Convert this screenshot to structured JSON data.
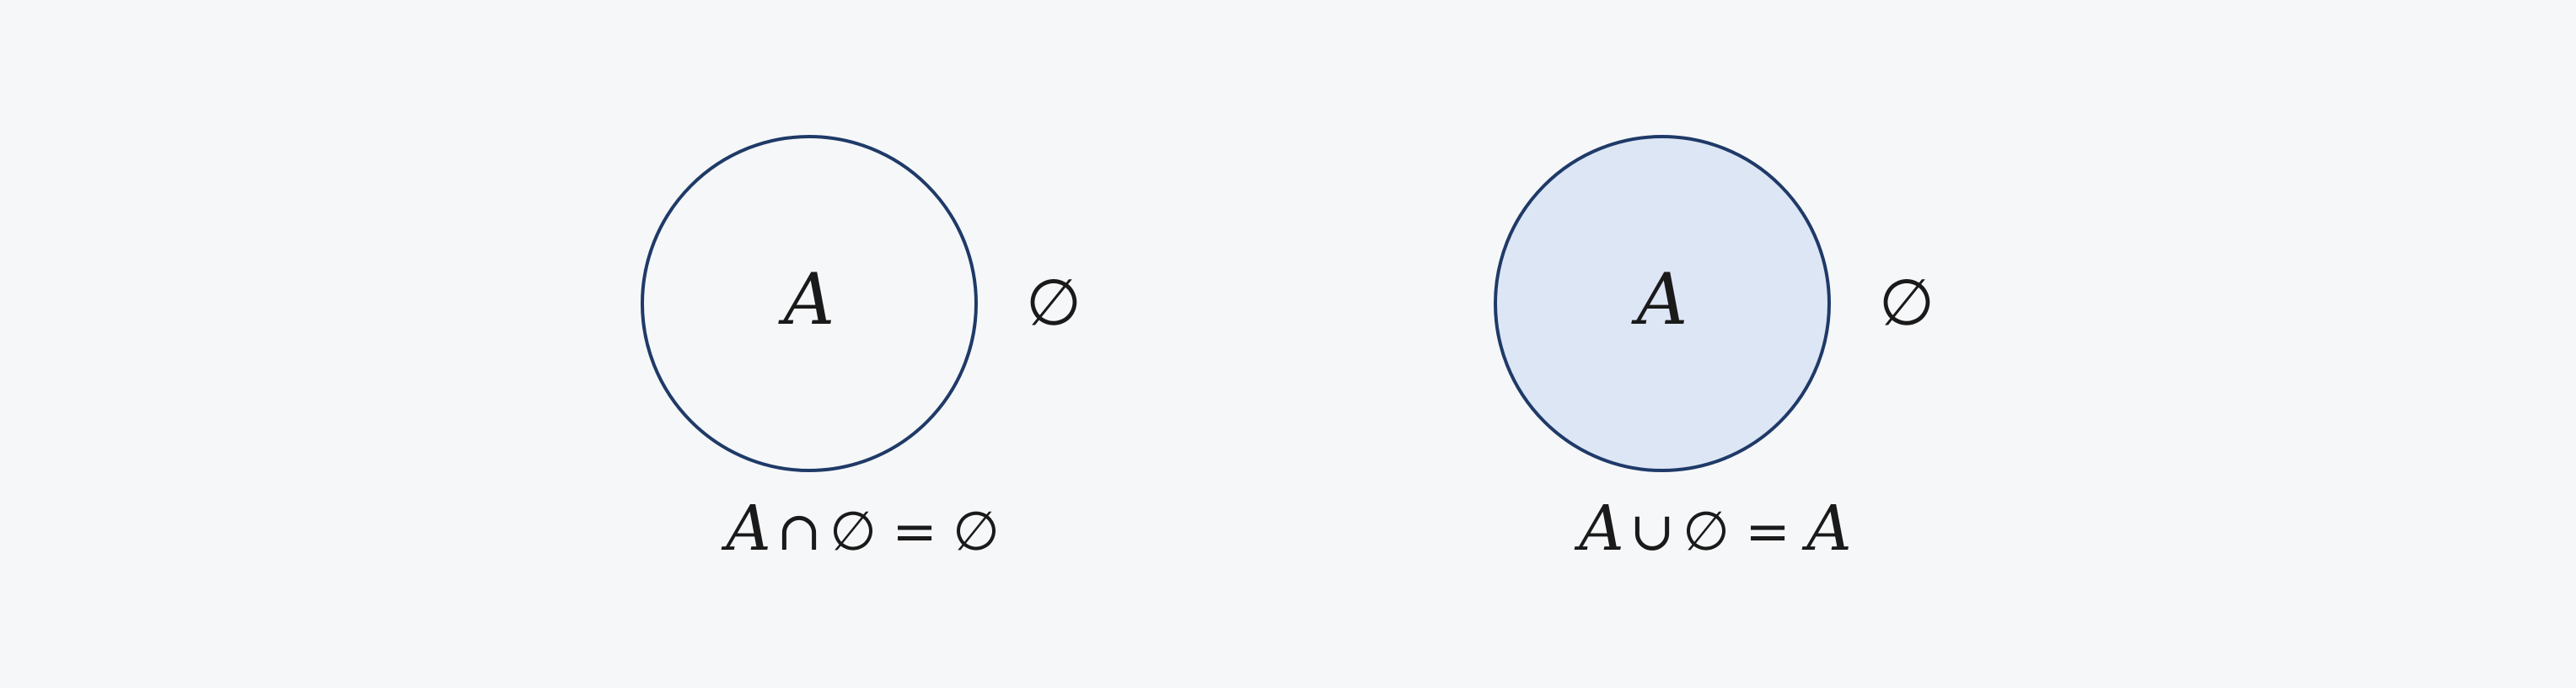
{
  "panels": [
    {
      "set_label": "A",
      "empty_set_label": "∅",
      "highlighted": false,
      "equation": {
        "left": "A",
        "operator": "∩",
        "middle": "∅",
        "equals": "=",
        "result": "∅"
      }
    },
    {
      "set_label": "A",
      "empty_set_label": "∅",
      "highlighted": true,
      "equation": {
        "left": "A",
        "operator": "∪",
        "middle": "∅",
        "equals": "=",
        "result": "A"
      }
    }
  ],
  "colors": {
    "background": "#f6f7f9",
    "circle_stroke": "#1f3a68",
    "highlight_fill": "#dce6f5",
    "text": "#1a1a1a"
  }
}
